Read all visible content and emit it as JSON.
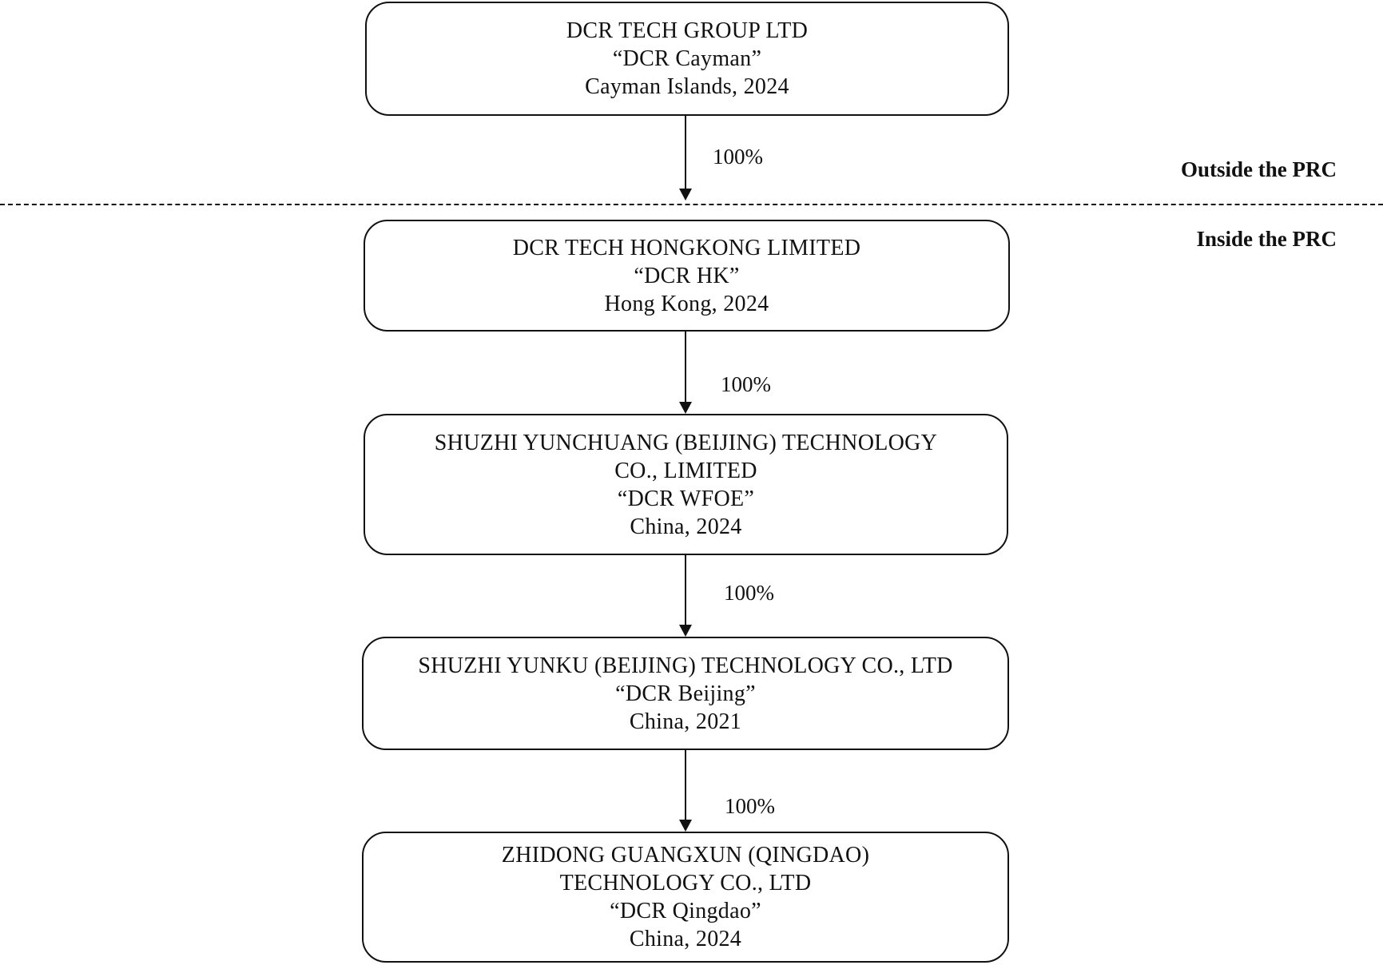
{
  "entities": {
    "cayman": {
      "name": "DCR TECH GROUP LTD",
      "alias": "“DCR Cayman”",
      "jurisdiction": "Cayman Islands, 2024"
    },
    "hk": {
      "name": "DCR TECH HONGKONG LIMITED",
      "alias": "“DCR HK”",
      "jurisdiction": "Hong Kong, 2024"
    },
    "wfoe": {
      "name_line1": "SHUZHI YUNCHUANG (BEIJING) TECHNOLOGY",
      "name_line2": "CO., LIMITED",
      "alias": "“DCR WFOE”",
      "jurisdiction": "China, 2024"
    },
    "beijing": {
      "name": "SHUZHI YUNKU (BEIJING) TECHNOLOGY CO., LTD",
      "alias": "“DCR Beijing”",
      "jurisdiction": "China, 2021"
    },
    "qingdao": {
      "name_line1": "ZHIDONG GUANGXUN (QINGDAO)",
      "name_line2": "TECHNOLOGY CO., LTD",
      "alias": "“DCR Qingdao”",
      "jurisdiction": "China, 2024"
    }
  },
  "ownership": {
    "cayman_to_hk": "100%",
    "hk_to_wfoe": "100%",
    "wfoe_to_beijing": "100%",
    "beijing_to_qingdao": "100%"
  },
  "regions": {
    "outside": "Outside the PRC",
    "inside": "Inside the PRC"
  }
}
